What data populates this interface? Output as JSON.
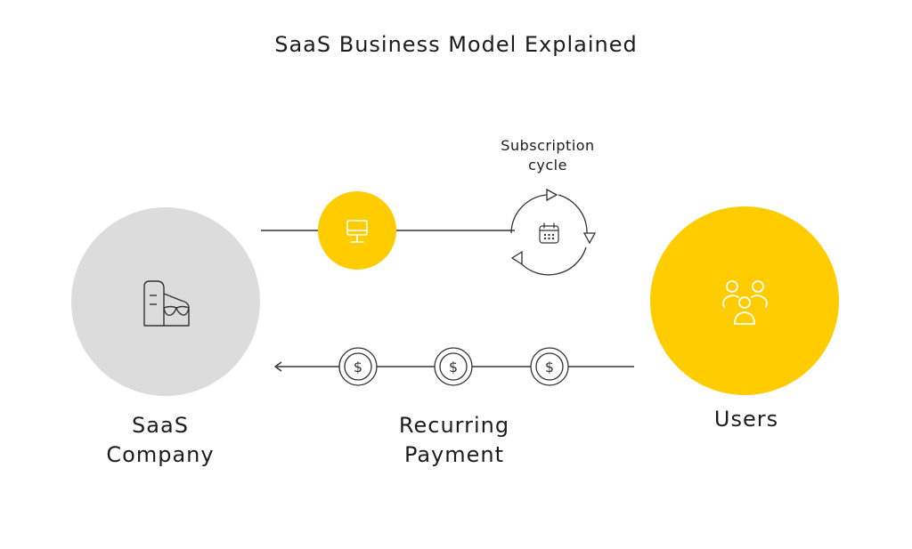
{
  "title": "SaaS Business Model Explained",
  "nodes": {
    "company": {
      "line1": "SaaS",
      "line2": "Company",
      "icon": "storefront-icon",
      "color": "#dcdcdc"
    },
    "users": {
      "label": "Users",
      "icon": "users-group-icon",
      "color": "#ffcc00"
    },
    "software": {
      "icon": "monitor-icon",
      "color": "#ffcc00"
    },
    "subscription": {
      "line1": "Subscription",
      "line2": "cycle",
      "icon": "calendar-icon"
    }
  },
  "payment": {
    "line1": "Recurring",
    "line2": "Payment",
    "icon": "dollar-coin-icon"
  },
  "colors": {
    "accent": "#ffcc00",
    "neutral": "#dcdcdc",
    "stroke": "#333333"
  }
}
